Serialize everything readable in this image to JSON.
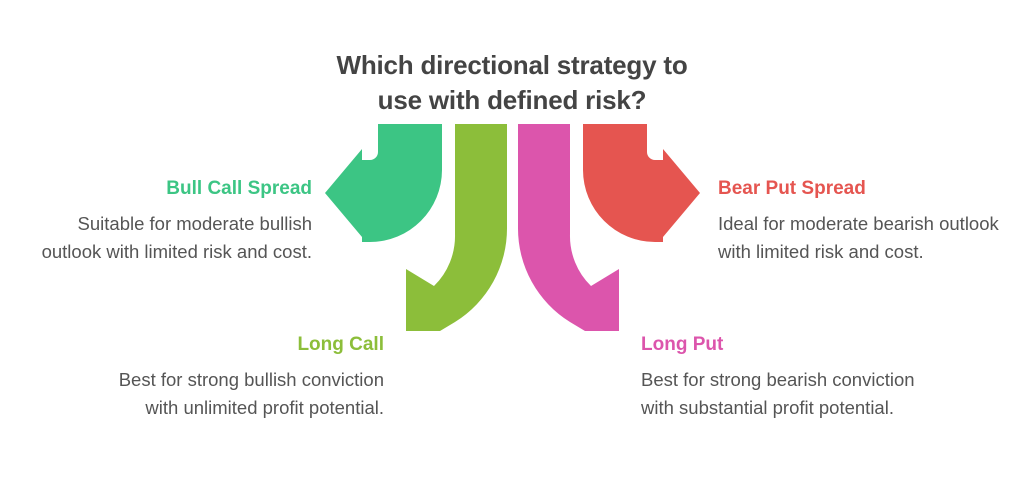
{
  "title": {
    "line1": "Which directional strategy to",
    "line2": "use with defined risk?",
    "color": "#444444"
  },
  "colors": {
    "bull_call_spread": "#3CC584",
    "long_call": "#8CBE3A",
    "long_put": "#DC55AC",
    "bear_put_spread": "#E55550",
    "title_text": "#444444",
    "body_text": "#555555",
    "background": "#FFFFFF"
  },
  "strategies": [
    {
      "id": "bull-call-spread",
      "heading": "Bull Call Spread",
      "description": "Suitable for moderate bullish outlook with limited risk and cost.",
      "color": "#3CC584",
      "arrow": "arrow-curved-left-icon",
      "direction": "left",
      "align": "right"
    },
    {
      "id": "long-call",
      "heading": "Long Call",
      "description": "Best for strong bullish conviction with unlimited profit potential.",
      "color": "#8CBE3A",
      "arrow": "arrow-curved-down-left-icon",
      "direction": "down-left",
      "align": "right"
    },
    {
      "id": "long-put",
      "heading": "Long Put",
      "description": "Best for strong bearish conviction with substantial profit potential.",
      "color": "#DC55AC",
      "arrow": "arrow-curved-down-right-icon",
      "direction": "down-right",
      "align": "left"
    },
    {
      "id": "bear-put-spread",
      "heading": "Bear Put Spread",
      "description": "Ideal for moderate bearish outlook with limited risk and cost.",
      "color": "#E55550",
      "arrow": "arrow-curved-right-icon",
      "direction": "right",
      "align": "left"
    }
  ]
}
